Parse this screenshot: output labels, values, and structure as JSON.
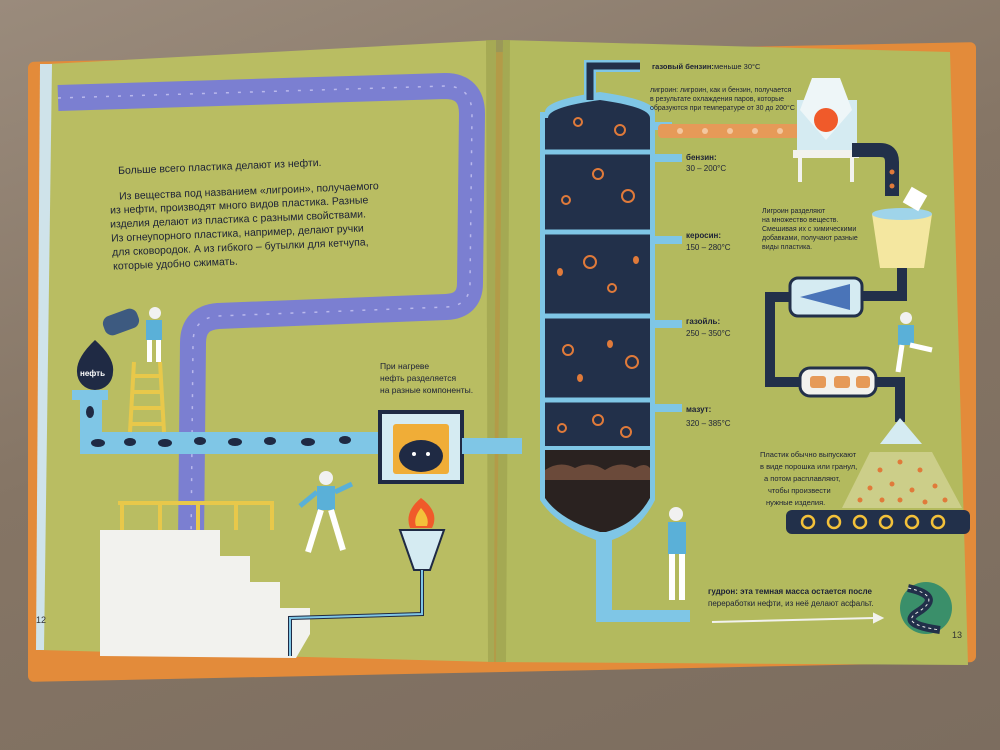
{
  "left_page": {
    "intro_heading": "Больше всего пластика делают из нефти.",
    "intro_lines": [
      "Из вещества под названием «лигроин», получаемого",
      "из нефти, производят много видов пластика. Разные",
      "изделия делают из пластика с разными свойствами.",
      "Из огнеупорного пластика, например, делают ручки",
      "для сковородок. А из гибкого – бутылки для кетчупа,",
      "которые удобно сжимать."
    ],
    "oil_label": "нефть",
    "heating_note": [
      "При нагреве",
      "нефть разделяется",
      "на разные компоненты."
    ],
    "page_number": "12"
  },
  "right_page": {
    "column_fractions": [
      {
        "name": "газовый бензин:",
        "range": "меньше 30°C"
      },
      {
        "name": "бензин:",
        "range": "30 – 200°C"
      },
      {
        "name": "керосин:",
        "range": "150 – 280°C"
      },
      {
        "name": "газойль:",
        "range": "250 – 350°C"
      },
      {
        "name": "мазут:",
        "range": "320 – 385°C"
      }
    ],
    "ligroin_note": [
      "лигроин: лигроин, как и бензин, получается",
      "в результате охлаждения паров, которые",
      "образуются при температуре от 30 до 200°С"
    ],
    "mix_note": [
      "Лигроин разделяют",
      "на множество веществ.",
      "Смешивая их с химическими",
      "добавками, получают разные",
      "виды пластика."
    ],
    "plastic_note": [
      "Пластик обычно выпускают",
      "в виде порошка или гранул,",
      "а потом расплавляют,",
      "чтобы произвести",
      "нужные изделия."
    ],
    "tar_note": [
      "гудрон: эта темная масса остается после",
      "переработки нефти, из неё делают асфальт."
    ],
    "page_number": "13"
  },
  "colors": {
    "page_green": "#b9bd62",
    "pipe_blue": "#7b7fd1",
    "pipe_light_blue": "#7fc6e6",
    "column_navy": "#22304a",
    "book_orange": "#e9903a",
    "table_wood": "#8a7a6c"
  }
}
